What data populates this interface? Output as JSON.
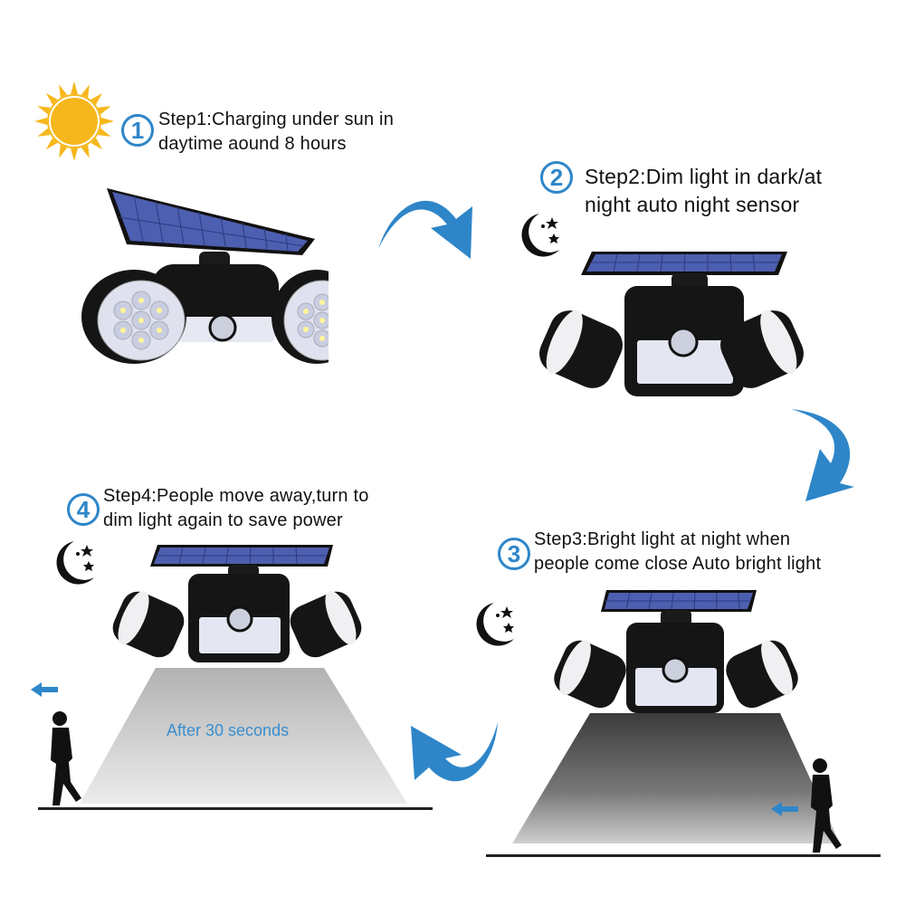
{
  "steps": [
    {
      "number": "1",
      "lines": [
        "Step1:Charging under sun in",
        "daytime aound 8 hours"
      ],
      "icon": "sun-icon"
    },
    {
      "number": "2",
      "lines": [
        "Step2:Dim light in dark/at",
        "night auto night sensor"
      ],
      "icon": "moon-stars-icon"
    },
    {
      "number": "3",
      "lines": [
        "Step3:Bright light at night when",
        "people come close Auto bright light"
      ],
      "icon": "moon-stars-icon"
    },
    {
      "number": "4",
      "lines": [
        "Step4:People move away,turn to",
        "dim light again to save power"
      ],
      "icon": "moon-stars-icon"
    }
  ],
  "step4_annotation": "After 30 seconds",
  "colors": {
    "accent_blue": "#2e86c9",
    "sun_yellow": "#f6b71c",
    "solar_panel": "#4a5aa8",
    "lamp_black": "#141414"
  }
}
